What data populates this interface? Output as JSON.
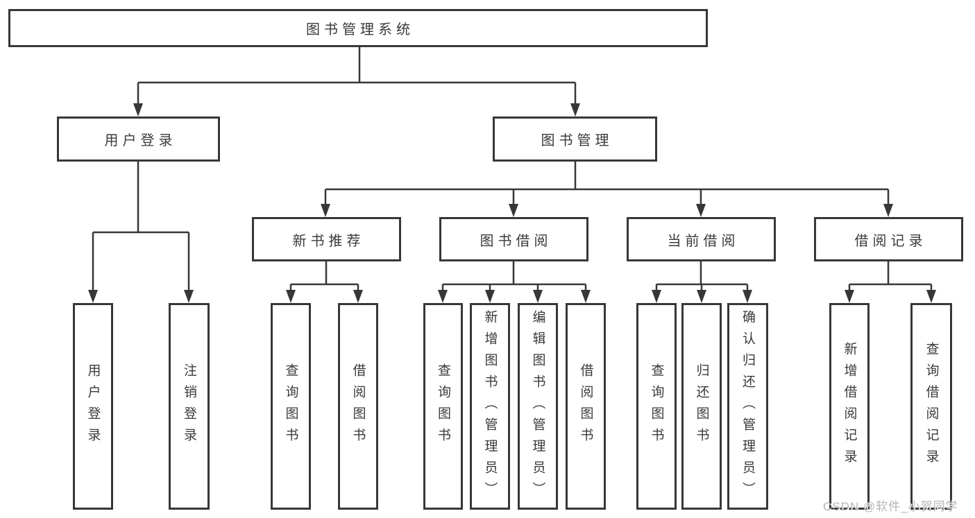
{
  "diagram": {
    "root_label": "图书管理系统",
    "nodes": {
      "user_login": "用户登录",
      "book_mgmt": "图书管理",
      "new_books": "新书推荐",
      "book_borrow": "图书借阅",
      "current_borrow": "当前借阅",
      "borrow_records": "借阅记录"
    },
    "leaves": {
      "user_login": [
        "用户登录",
        "注销登录"
      ],
      "new_books": [
        "查询图书",
        "借阅图书"
      ],
      "book_borrow": [
        "查询图书",
        "新增图书（管理员）",
        "编辑图书（管理员）",
        "借阅图书"
      ],
      "current_borrow": [
        "查询图书",
        "归还图书",
        "确认归还（管理员）"
      ],
      "borrow_records": [
        "新增借阅记录",
        "查询借阅记录"
      ]
    },
    "watermark": "CSDN @软件_小贺同学",
    "colors": {
      "line": "#373737",
      "text": "#3a3a3a",
      "watermark": "#b5b5b5",
      "background": "#ffffff"
    }
  }
}
